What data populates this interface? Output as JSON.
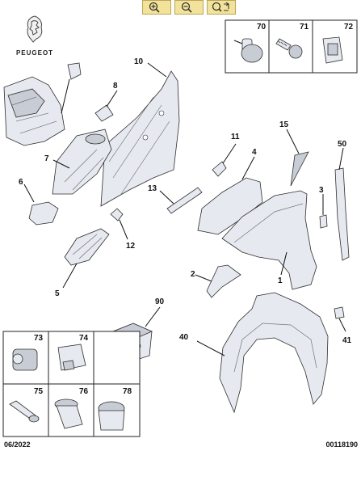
{
  "brand": {
    "name": "PEUGEOT"
  },
  "zoom_toolbar": {
    "buttons": [
      {
        "name": "zoom-in",
        "icon": "zoom-in-icon"
      },
      {
        "name": "zoom-out",
        "icon": "zoom-out-icon"
      },
      {
        "name": "zoom-fit",
        "icon": "zoom-fit-icon"
      }
    ],
    "color": "#f3e39a"
  },
  "fastener_box_top": {
    "labels": [
      "70",
      "71",
      "72"
    ]
  },
  "fastener_box_bottom": {
    "labels": [
      "73",
      "74",
      "75",
      "76",
      "78"
    ]
  },
  "callouts": {
    "c10": "10",
    "c8": "8",
    "c7": "7",
    "c6": "6",
    "c13": "13",
    "c12": "12",
    "c5": "5",
    "c11": "11",
    "c4": "4",
    "c15": "15",
    "c50": "50",
    "c3": "3",
    "c2": "2",
    "c1": "1",
    "c90": "90",
    "c40": "40",
    "c41": "41"
  },
  "footer": {
    "date": "06/2022",
    "ref": "00118190"
  }
}
